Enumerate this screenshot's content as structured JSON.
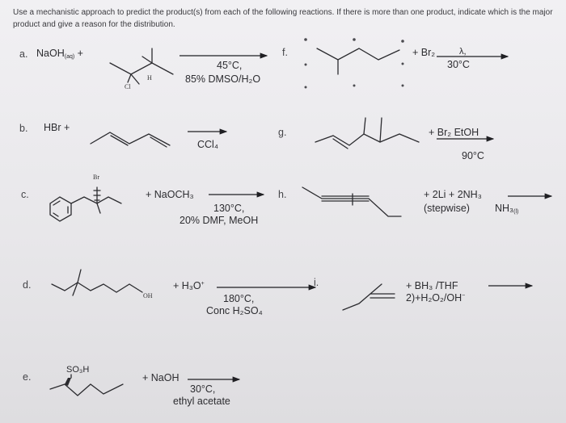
{
  "instructions": "Use a mechanistic approach to predict the product(s) from each of the following reactions. If there is more than one product, indicate which is the major product and give a reason for the distribution.",
  "reactions": {
    "a": {
      "label": "a.",
      "reagent": "NaOH",
      "reagent_sub": "(aq)",
      "plus": "+",
      "atom_cl": "Cl",
      "atom_h": "H",
      "cond1": "45°C,",
      "cond2": "85% DMSO/H₂O"
    },
    "b": {
      "label": "b.",
      "reagent": "HBr +",
      "cond1": "CCl₄"
    },
    "c": {
      "label": "c.",
      "atom_br": "Br",
      "reagent": "+ NaOCH₃",
      "cond1": "130°C,",
      "cond2": "20% DMF, MeOH"
    },
    "d": {
      "label": "d.",
      "atom_oh": "OH",
      "reagent": "+ H₃O",
      "reagent_sup": "+",
      "cond1": "180°C,",
      "cond2": "Conc H₂SO₄"
    },
    "e": {
      "label": "e.",
      "atom_so3h": "SO₃H",
      "reagent": "+ NaOH",
      "cond1": "30°C,",
      "cond2": "ethyl acetate"
    },
    "f": {
      "label": "f.",
      "reagent": "+ Br₂",
      "above_arrow": "λ,",
      "cond1": "30°C"
    },
    "g": {
      "label": "g.",
      "reagent": "+ Br₂ EtOH",
      "cond1": "90°C"
    },
    "h": {
      "label": "h.",
      "reagent": "+ 2Li + 2NH₃",
      "cond1": "(stepwise)",
      "cond2": "NH₃",
      "cond2_sub": "(l)"
    },
    "i": {
      "label": "i.",
      "reagent": "+ BH₃ /THF",
      "cond1": "2)+H₂O₂/OH",
      "cond1_sup": "−"
    }
  }
}
